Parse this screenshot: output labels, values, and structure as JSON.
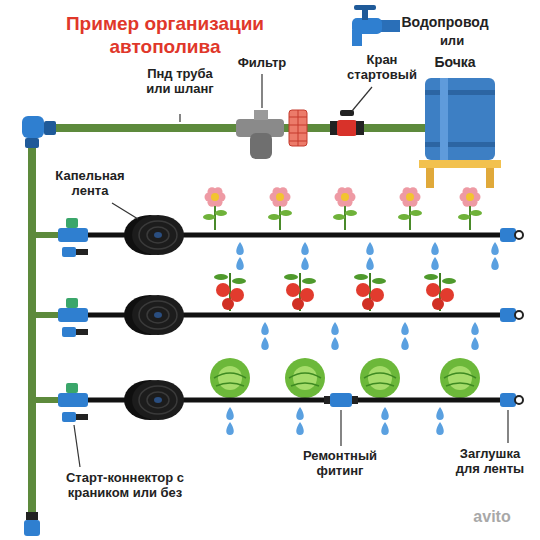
{
  "diagram": {
    "title": "Пример организации автополива",
    "labels": [
      "Водопровод",
      "или",
      "Бочка",
      "Пнд труба или шланг",
      "Фильтр",
      "Кран стартовый",
      "Капельная лента",
      "Старт-коннектор с краником или без",
      "Ремонтный фитинг",
      "Заглушка для ленты",
      "avito"
    ]
  }
}
